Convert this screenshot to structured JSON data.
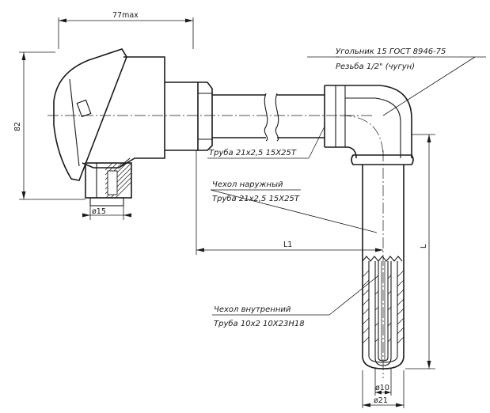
{
  "dimensions": {
    "overall_width": "77max",
    "head_height": "82",
    "gland_diameter": "ø15",
    "insertion_l1": "L1",
    "insertion_l": "L",
    "inner_diameter": "ø10",
    "outer_diameter": "ø21"
  },
  "callouts": {
    "elbow_line1": "Угольник 15 ГОСТ 8946-75",
    "elbow_line2": "Резьба 1/2\" (чугун)",
    "pipe_horizontal": "Труба 21х2,5 15Х25Т",
    "outer_sheath_title": "Чехол наружный",
    "outer_sheath_pipe": "Труба 21х2,5 15Х25Т",
    "inner_sheath_title": "Чехол внутренний",
    "inner_sheath_pipe": "Труба 10х2 10Х23Н18"
  }
}
